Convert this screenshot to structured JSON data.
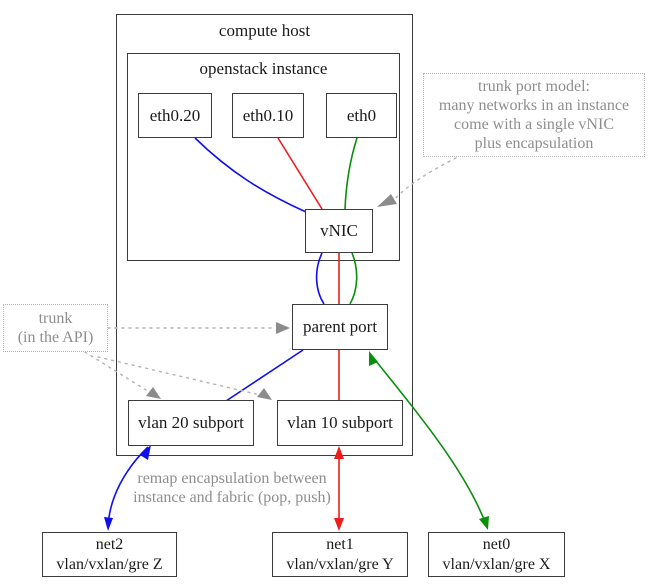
{
  "diagram": {
    "compute_host_label": "compute host",
    "openstack_instance_label": "openstack instance",
    "eth_ports": [
      {
        "label": "eth0.20"
      },
      {
        "label": "eth0.10"
      },
      {
        "label": "eth0"
      }
    ],
    "vnic_label": "vNIC",
    "parent_port_label": "parent port",
    "subports": [
      {
        "label": "vlan 20 subport"
      },
      {
        "label": "vlan 10 subport"
      }
    ],
    "networks": [
      {
        "name": "net2",
        "encap": "vlan/vxlan/gre Z"
      },
      {
        "name": "net1",
        "encap": "vlan/vxlan/gre Y"
      },
      {
        "name": "net0",
        "encap": "vlan/vxlan/gre X"
      }
    ],
    "annotations": {
      "trunk_port_model": {
        "line1": "trunk port model:",
        "line2": "many networks in an instance",
        "line3": "come with a single vNIC",
        "line4": "plus encapsulation"
      },
      "trunk_api": {
        "line1": "trunk",
        "line2": "(in the API)"
      },
      "remap": {
        "line1": "remap encapsulation between",
        "line2": "instance and fabric (pop, push)"
      }
    },
    "colors": {
      "blue": "#0f0fee",
      "red": "#ee1c1c",
      "green": "#0a8f0a",
      "gray_line": "#b3b3b3",
      "gray_arrow": "#8c8c8c",
      "border": "#3c3c3c"
    }
  }
}
